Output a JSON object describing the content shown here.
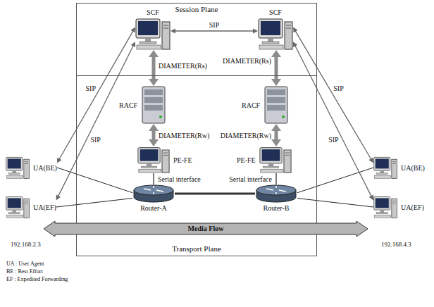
{
  "diagram": {
    "nodes": [
      {
        "text": [
          "Session Plane"
        ]
      },
      {
        "text": [
          "SCF"
        ],
        "in": 0
      },
      {
        "text": [
          "SCF"
        ],
        "in": 0
      },
      {
        "text": [
          "Transport Plane"
        ]
      },
      {
        "text": [
          "RACF"
        ],
        "in": 3
      },
      {
        "text": [
          "RACF"
        ],
        "in": 3
      },
      {
        "text": [
          "PE-FE"
        ],
        "in": 3
      },
      {
        "text": [
          "PE-FE"
        ],
        "in": 3
      },
      {
        "text": [
          "Router-A"
        ],
        "in": 3
      },
      {
        "text": [
          "Router-B"
        ],
        "in": 3
      },
      {
        "text": [
          "UA(BE)"
        ]
      },
      {
        "text": [
          "UA(EF)"
        ]
      },
      {
        "text": [
          "UA(BE)"
        ]
      },
      {
        "text": [
          "UA(EF)"
        ]
      },
      {
        "text": [
          "Media Flow"
        ]
      }
    ],
    "edges": [
      {
        "from": 1,
        "to": 2,
        "arrow": "both",
        "label": "SIP"
      },
      {
        "from": 1,
        "to": 4,
        "arrow": "both",
        "label": "DIAMETER(Rs)"
      },
      {
        "from": 2,
        "to": 5,
        "arrow": "both",
        "label": "DIAMETER(Rs)"
      },
      {
        "from": 4,
        "to": 6,
        "arrow": "both",
        "label": "DIAMETER(Rw)"
      },
      {
        "from": 5,
        "to": 7,
        "arrow": "both",
        "label": "DIAMETER(Rw)"
      },
      {
        "from": 6,
        "to": 8,
        "arrow": "none",
        "label": "Serial interface"
      },
      {
        "from": 7,
        "to": 9,
        "arrow": "none",
        "label": "Serial interface"
      },
      {
        "from": 8,
        "to": 9,
        "arrow": "none"
      },
      {
        "from": 10,
        "to": 8,
        "arrow": "none"
      },
      {
        "from": 11,
        "to": 8,
        "arrow": "none"
      },
      {
        "from": 12,
        "to": 9,
        "arrow": "none"
      },
      {
        "from": 13,
        "to": 9,
        "arrow": "none"
      },
      {
        "from": 1,
        "to": 10,
        "arrow": "both",
        "label": "SIP"
      },
      {
        "from": 1,
        "to": 11,
        "arrow": "both",
        "label": "SIP"
      },
      {
        "from": 2,
        "to": 12,
        "arrow": "both",
        "label": "SIP"
      },
      {
        "from": 2,
        "to": 13,
        "arrow": "both",
        "label": "SIP"
      }
    ],
    "labels": [
      "192.168.2.3",
      "192.168.4.3",
      "UA : User Agent",
      "BE : Best Effort",
      "EF : Expedited Forwarding"
    ]
  }
}
